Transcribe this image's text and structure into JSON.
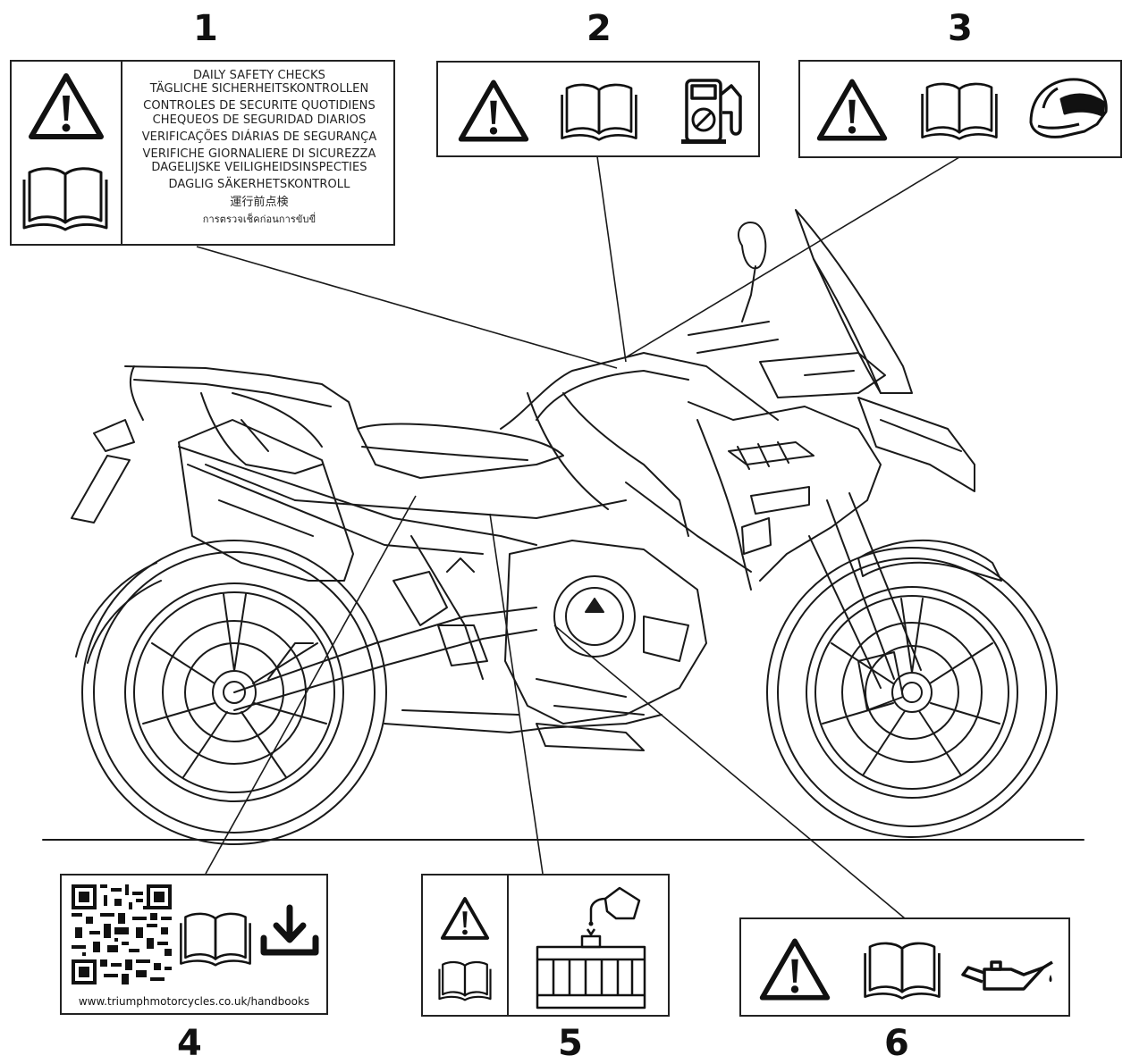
{
  "labels": [
    {
      "number": "1"
    },
    {
      "number": "2"
    },
    {
      "number": "3"
    },
    {
      "number": "4"
    },
    {
      "number": "5"
    },
    {
      "number": "6"
    }
  ],
  "label1_text": [
    "DAILY SAFETY CHECKS",
    "TÄGLICHE SICHERHEITSKONTROLLEN",
    "CONTROLES DE SECURITE QUOTIDIENS",
    "CHEQUEOS DE SEGURIDAD DIARIOS",
    "VERIFICAÇÕES DIÁRIAS DE SEGURANÇA",
    "VERIFICHE GIORNALIERE DI SICUREZZA",
    "DAGELIJSKE VEILIGHEIDSINSPECTIES",
    "DAGLIG SÄKERHETSKONTROLL",
    "運行前点検",
    "การตรวจเช็คก่อนการขับขี่"
  ],
  "label4_url": "www.triumphmotorcycles.co.uk/handbooks",
  "icons": {
    "label1": [
      "warning-icon",
      "manual-book-icon"
    ],
    "label2": [
      "warning-icon",
      "manual-book-icon",
      "fuel-pump-unleaded-icon"
    ],
    "label3": [
      "warning-icon",
      "manual-book-icon",
      "helmet-icon"
    ],
    "label4": [
      "qr-code-icon",
      "manual-book-icon",
      "download-icon"
    ],
    "label5": [
      "warning-icon",
      "manual-book-icon",
      "coolant-radiator-icon"
    ],
    "label6": [
      "warning-icon",
      "manual-book-icon",
      "oil-can-icon"
    ]
  }
}
